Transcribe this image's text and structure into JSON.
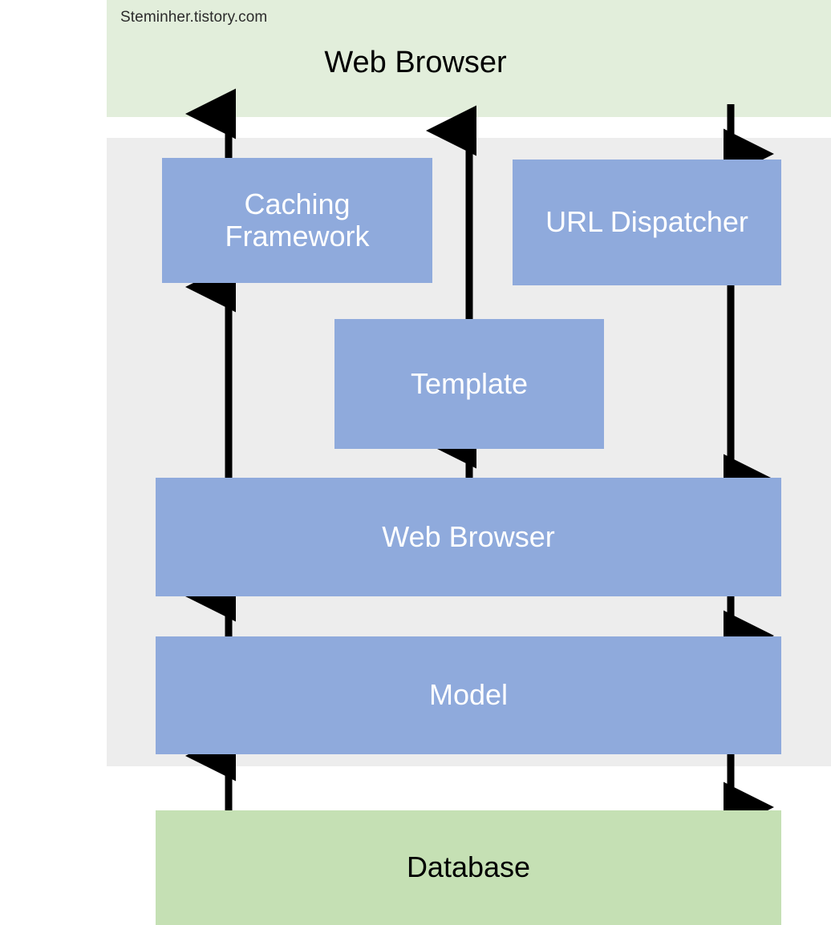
{
  "diagram": {
    "watermark": "Steminher.tistory.com",
    "banner": {
      "title": "Web Browser",
      "color": "#e2eedb"
    },
    "panel": {
      "color": "#ededed"
    },
    "colors": {
      "blue_node": "#8faadc",
      "green_node": "#c5e0b4",
      "banner_green": "#e2eedb",
      "panel_gray": "#ededed",
      "arrow": "#000000",
      "blue_node_text": "#ffffff",
      "green_node_text": "#000000"
    },
    "nodes": [
      {
        "id": "caching",
        "label": "Caching\nFramework",
        "line1": "Caching",
        "line2": "Framework",
        "type": "blue"
      },
      {
        "id": "url",
        "label": "URL Dispatcher",
        "type": "blue"
      },
      {
        "id": "template",
        "label": "Template",
        "type": "blue"
      },
      {
        "id": "view",
        "label": "Web Browser",
        "type": "blue"
      },
      {
        "id": "model",
        "label": "Model",
        "type": "blue"
      },
      {
        "id": "database",
        "label": "Database",
        "type": "green"
      }
    ],
    "arrows": [
      {
        "id": "caching-to-browser",
        "from": "Caching Framework",
        "to": "Web Browser (banner)",
        "direction": "up"
      },
      {
        "id": "template-to-browser",
        "from": "Template",
        "to": "Web Browser (banner)",
        "direction": "up"
      },
      {
        "id": "browser-to-url",
        "from": "Web Browser (banner)",
        "to": "URL Dispatcher",
        "direction": "down"
      },
      {
        "id": "view-to-caching",
        "from": "Web Browser (view)",
        "to": "Caching Framework",
        "direction": "up"
      },
      {
        "id": "view-to-template",
        "from": "Web Browser (view)",
        "to": "Template",
        "direction": "up"
      },
      {
        "id": "url-to-view",
        "from": "URL Dispatcher",
        "to": "Web Browser (view)",
        "direction": "down"
      },
      {
        "id": "model-to-view",
        "from": "Model",
        "to": "Web Browser (view)",
        "direction": "up"
      },
      {
        "id": "view-to-model",
        "from": "Web Browser (view)",
        "to": "Model",
        "direction": "down"
      },
      {
        "id": "database-to-model",
        "from": "Database",
        "to": "Model",
        "direction": "up"
      },
      {
        "id": "model-to-database",
        "from": "Model",
        "to": "Database",
        "direction": "down"
      }
    ]
  }
}
